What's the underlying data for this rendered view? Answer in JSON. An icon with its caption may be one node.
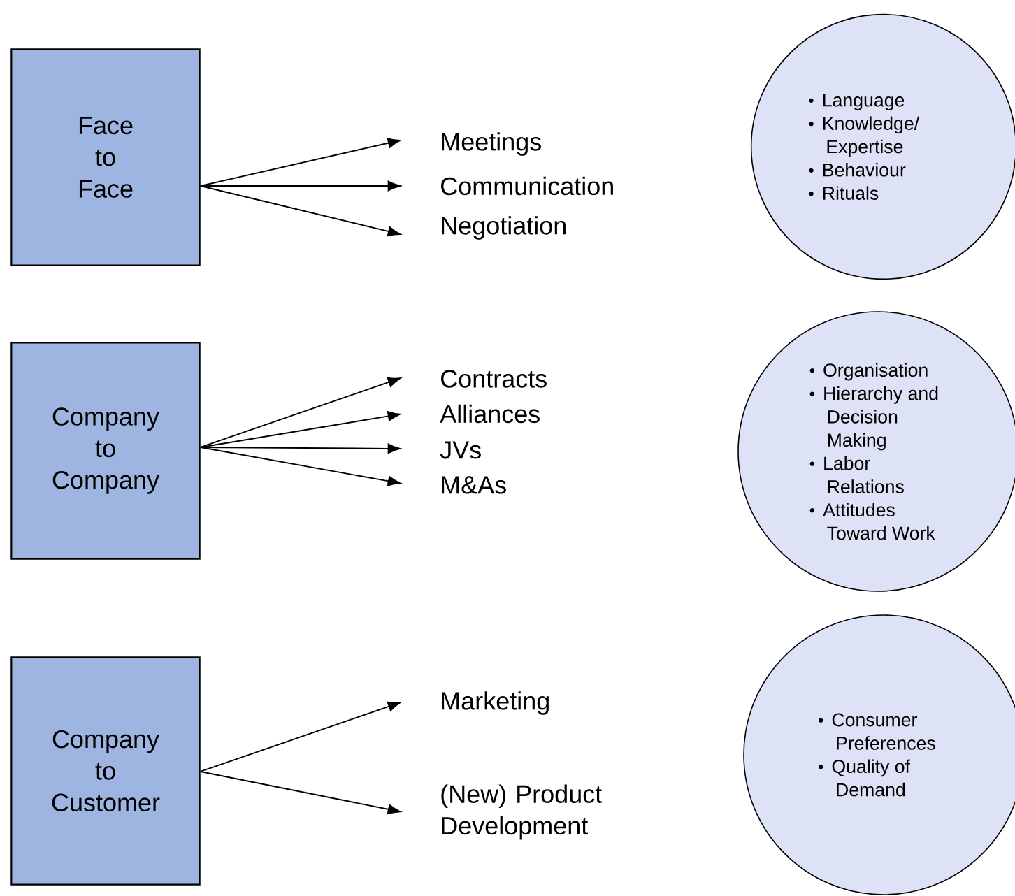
{
  "diagram": {
    "nodes": [
      {
        "text": [
          "Face to Face"
        ]
      },
      {
        "text": [
          "Meetings"
        ]
      },
      {
        "text": [
          "Communication"
        ]
      },
      {
        "text": [
          "Negotiation"
        ]
      },
      {
        "text": [
          "Language",
          "Knowledge/ Expertise",
          "Behaviour",
          "Rituals"
        ]
      },
      {
        "text": [
          "Company to Company"
        ]
      },
      {
        "text": [
          "Contracts"
        ]
      },
      {
        "text": [
          "Alliances"
        ]
      },
      {
        "text": [
          "JVs"
        ]
      },
      {
        "text": [
          "M&As"
        ]
      },
      {
        "text": [
          "Organisation",
          "Hierarchy and Decision Making",
          "Labor Relations",
          "Attitudes Toward Work"
        ]
      },
      {
        "text": [
          "Company to Customer"
        ]
      },
      {
        "text": [
          "Marketing"
        ]
      },
      {
        "text": [
          "(New) Product Development"
        ]
      },
      {
        "text": [
          "Consumer Preferences",
          "Quality of Demand"
        ]
      }
    ],
    "edges": [
      {
        "from": 0,
        "to": 1,
        "arrow": "to"
      },
      {
        "from": 0,
        "to": 2,
        "arrow": "to"
      },
      {
        "from": 0,
        "to": 3,
        "arrow": "to"
      },
      {
        "from": 5,
        "to": 6,
        "arrow": "to"
      },
      {
        "from": 5,
        "to": 7,
        "arrow": "to"
      },
      {
        "from": 5,
        "to": 8,
        "arrow": "to"
      },
      {
        "from": 5,
        "to": 9,
        "arrow": "to"
      },
      {
        "from": 11,
        "to": 12,
        "arrow": "to"
      },
      {
        "from": 11,
        "to": 13,
        "arrow": "to"
      }
    ]
  }
}
